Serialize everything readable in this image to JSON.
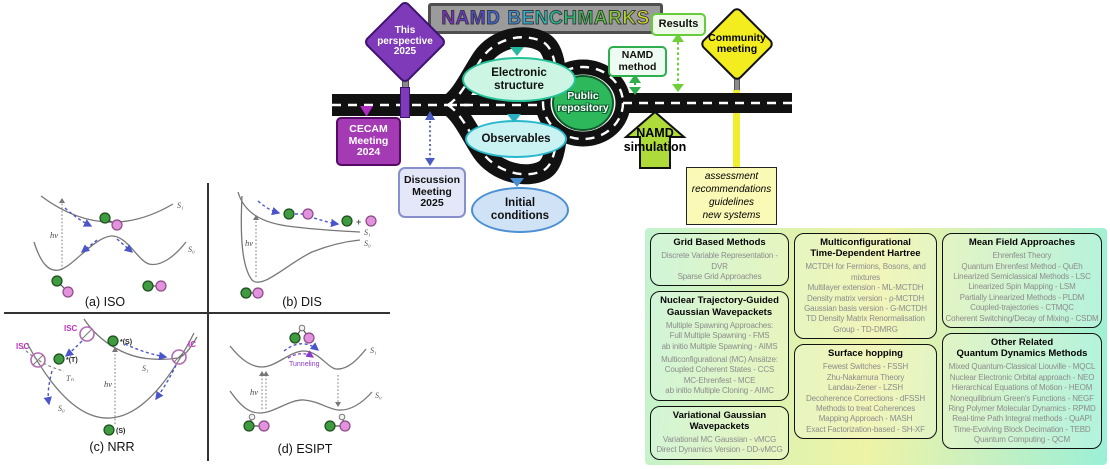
{
  "title": {
    "text": "NAMD BENCHMARKS",
    "letters": [
      {
        "ch": "N",
        "color": "#7b2cc4"
      },
      {
        "ch": "A",
        "color": "#6e35d0"
      },
      {
        "ch": "M",
        "color": "#5746d6"
      },
      {
        "ch": "D",
        "color": "#3f64d9"
      },
      {
        "ch": " ",
        "color": ""
      },
      {
        "ch": "B",
        "color": "#3e93da"
      },
      {
        "ch": "E",
        "color": "#2fb4d6"
      },
      {
        "ch": "N",
        "color": "#27bdb4"
      },
      {
        "ch": "C",
        "color": "#21bd96"
      },
      {
        "ch": "H",
        "color": "#2abd74"
      },
      {
        "ch": "M",
        "color": "#3abd54"
      },
      {
        "ch": "A",
        "color": "#58c743"
      },
      {
        "ch": "R",
        "color": "#82cf33"
      },
      {
        "ch": "K",
        "color": "#aed629"
      },
      {
        "ch": "S",
        "color": "#d7da26"
      }
    ]
  },
  "roadmap": {
    "this_perspective": [
      "This",
      "perspective",
      "2025"
    ],
    "cecam_meeting": [
      "CECAM",
      "Meeting",
      "2024"
    ],
    "discussion_meeting": [
      "Discussion",
      "Meeting",
      "2025"
    ],
    "electronic_structure": [
      "Electronic",
      "structure"
    ],
    "observables": [
      "Observables"
    ],
    "initial_conditions": [
      "Initial",
      "conditions"
    ],
    "public_repository": [
      "Public",
      "repository"
    ],
    "namd_method": [
      "NAMD",
      "method"
    ],
    "results": [
      "Results"
    ],
    "namd_simulation": [
      "NAMD",
      "simulation"
    ],
    "community_meeting": [
      "Community",
      "meeting"
    ],
    "assessment": [
      "assessment",
      "recommendations",
      "guidelines",
      "new systems"
    ]
  },
  "pes": {
    "iso": {
      "label": "(a) ISO",
      "s1": "S₁",
      "s0": "S₀",
      "hv": "hν"
    },
    "dis": {
      "label": "(b) DIS",
      "s1": "S₁",
      "s0": "S₀",
      "hv": "hν",
      "plus": "+"
    },
    "nrr": {
      "label": "(c) NRR",
      "s1": "S₁",
      "s0": "S₀",
      "tn": "Tₙ",
      "hv": "hν",
      "isc_left": "ISC",
      "isc_top": "ISC",
      "ic": "IC",
      "a_excited_singlet": "*(S)",
      "a_triplet": "*(T)",
      "a_ground": "(S)"
    },
    "esipt": {
      "label": "(d) ESIPT",
      "s1": "S₁",
      "s0": "S₀",
      "hv": "hν",
      "tunneling": "Tunneling"
    }
  },
  "methods_table": {
    "columns": [
      {
        "boxes": [
          {
            "title": [
              "Grid Based Methods"
            ],
            "groups": [
              [
                "Discrete Variable Representation - DVR",
                "Sparse Grid Approaches"
              ]
            ]
          },
          {
            "title": [
              "Nuclear Trajectory-Guided",
              "Gaussian Wavepackets"
            ],
            "groups": [
              [
                "Multiple Spawning Approaches:",
                "Full Multiple Spawning - FMS",
                "ab initio Multiple Spawning - AIMS"
              ],
              [
                "Multiconfigurational (MC) Ansätze:",
                "Coupled Coherent States - CCS",
                "MC-Ehrenfest - MCE",
                "ab initio Multiple Cloning - AIMC"
              ]
            ]
          },
          {
            "title": [
              "Variational Gaussian Wavepackets"
            ],
            "groups": [
              [
                "Variational MC Gaussian - vMCG",
                "Direct Dynamics Version - DD-vMCG"
              ]
            ]
          }
        ]
      },
      {
        "boxes": [
          {
            "title": [
              "Multiconfigurational",
              "Time-Dependent Hartree"
            ],
            "groups": [
              [
                "MCTDH for Fermions, Bosons, and mixtures",
                "Multilayer extension - ML-MCTDH",
                "Density matrix version - ρ-MCTDH",
                "Gaussian basis version - G-MCTDH",
                "TD Density Matrix Renormalisation Group - TD-DMRG"
              ]
            ]
          },
          {
            "title": [
              "Surface hopping"
            ],
            "groups": [
              [
                "Fewest Switches - FSSH",
                "Zhu-Nakamura Theory",
                "Landau-Zener - LZSH",
                "Decoherence Corrections - dFSSH",
                "Methods to treat Coherences",
                "Mapping Approach - MASH",
                "Exact Factorization-based - SH-XF"
              ]
            ]
          }
        ]
      },
      {
        "boxes": [
          {
            "title": [
              "Mean Field Approaches"
            ],
            "groups": [
              [
                "Ehrenfest Theory",
                "Quantum Ehrenfest Method - QuEh",
                "Linearized Semiclassical Methods - LSC",
                "Linearized Spin Mapping - LSM",
                "Partially Linearized Methods - PLDM",
                "Coupled-trajectories - CTMQC",
                "Coherent Switching/Decay of Mixing - CSDM"
              ]
            ]
          },
          {
            "title": [
              "Other Related",
              "Quantum Dynamics Methods"
            ],
            "groups": [
              [
                "Mixed Quantum-Classical Liouville - MQCL",
                "Nuclear Electronic Orbital approach - NEO",
                "Hierarchical Equations of Motion - HEOM",
                "Nonequilibrium Green's Functions - NEGF",
                "Ring Polymer Molecular Dynamics - RPMD",
                "Real-time Path Integral methods - QuAPI",
                "Time-Evolving Block Decimation - TEBD",
                "Quantum Computing - QCM"
              ]
            ]
          }
        ]
      }
    ]
  },
  "colors": {
    "road": "#111111",
    "road_dash": "#ffffff",
    "title_bar_bg": "#9b9b9b",
    "purple_sign": "#7e3ab8",
    "magenta_box": "#a53ab5",
    "lavender_box": "#e4e7f7",
    "yellow_sign": "#f3ec1e",
    "assessment_bg": "#fbf9b6",
    "repo_green": "#2eb85c",
    "method_green": "#2fae4e",
    "results_green": "#66cc3a",
    "sim_arrow_green": "#aeda3a",
    "electronic_teal": "#25c29a",
    "observables_cyan": "#28b8cc",
    "initial_blue": "#4a90d2",
    "table_gradient": [
      "#c2f3cf",
      "#eef3a6",
      "#9af0d6"
    ]
  }
}
